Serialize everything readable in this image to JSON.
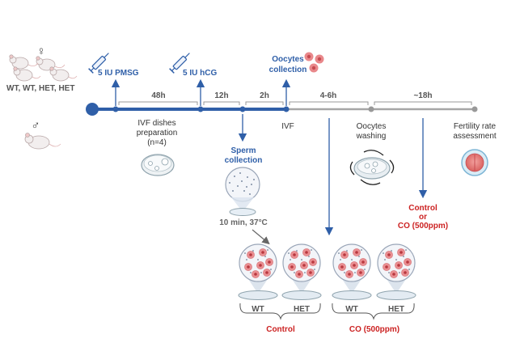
{
  "sex_female": "♀",
  "sex_male": "♂",
  "female_genotypes": "WT, WT, HET, HET",
  "injections": {
    "pmsg": "5 IU PMSG",
    "hcg": "5 IU hCG"
  },
  "oocytes_collection": [
    "Oocytes",
    "collection"
  ],
  "intervals": {
    "i1": "48h",
    "i2": "12h",
    "i3": "2h",
    "i4": "4-6h",
    "i5": "~18h"
  },
  "steps": {
    "ivf_dishes": [
      "IVF dishes",
      "preparation",
      "(n=4)"
    ],
    "ivf": "IVF",
    "oocytes_washing": [
      "Oocytes",
      "washing"
    ],
    "fertility": [
      "Fertility rate",
      "assessment"
    ]
  },
  "sperm_collection": [
    "Sperm",
    "collection"
  ],
  "incubation": "10 min, 37°C",
  "treatment": [
    "Control",
    "or",
    "CO (500ppm)"
  ],
  "dish_labels": [
    "WT",
    "HET",
    "WT",
    "HET"
  ],
  "groups": [
    "Control",
    "CO (500ppm)"
  ],
  "colors": {
    "timeline_blue": "#2f5fa8",
    "timeline_grey": "#a6a6a6",
    "treatment_red": "#cc2222",
    "text_dark": "#3a3a3a"
  }
}
